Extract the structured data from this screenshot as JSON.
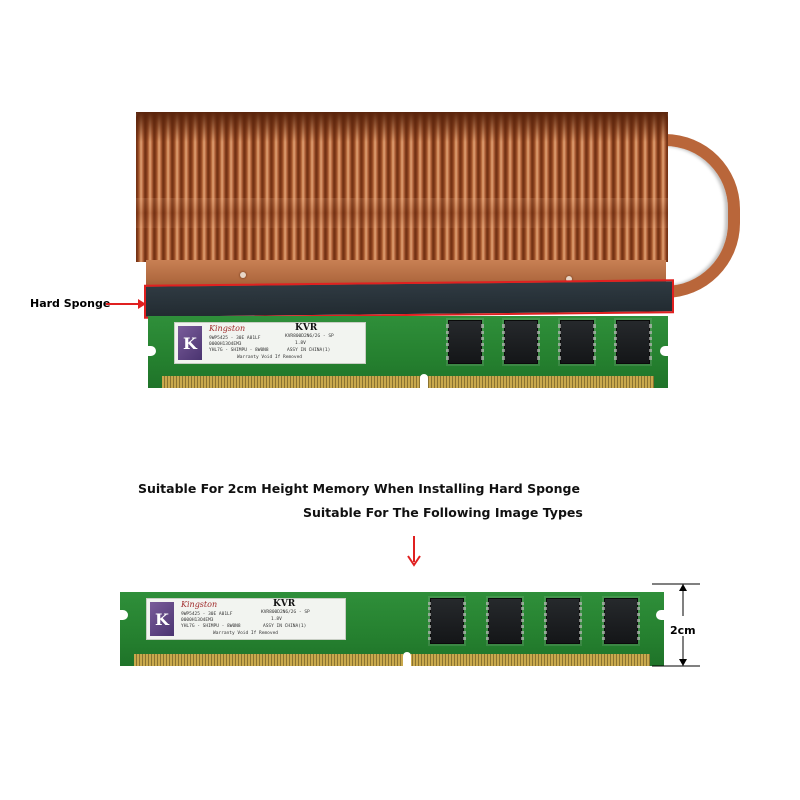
{
  "annotations": {
    "hard_sponge_label": "Hard Sponge",
    "dimension_label": "2cm"
  },
  "captions": {
    "line1": "Suitable For 2cm Height Memory When Installing Hard Sponge",
    "line2": "Suitable For The Following Image Types"
  },
  "ram_label": {
    "brand": "Kingston",
    "model_title": "KVR",
    "part_number": "KVR800D2N6/2G - SP",
    "line_a": "9WP5425 - 30E A01LF",
    "line_b": "0000H13O4EM3",
    "line_c": "YHL7G - SHIMPU - 8W0N8",
    "voltage": "1.8V",
    "assy": "ASSY IN CHINA(1)",
    "warranty": "Warranty Void If Removed",
    "logo_letter": "K"
  },
  "colors": {
    "accent_red": "#e02020",
    "copper": "#b9663a",
    "pcb_green": "#2f8f3a"
  }
}
